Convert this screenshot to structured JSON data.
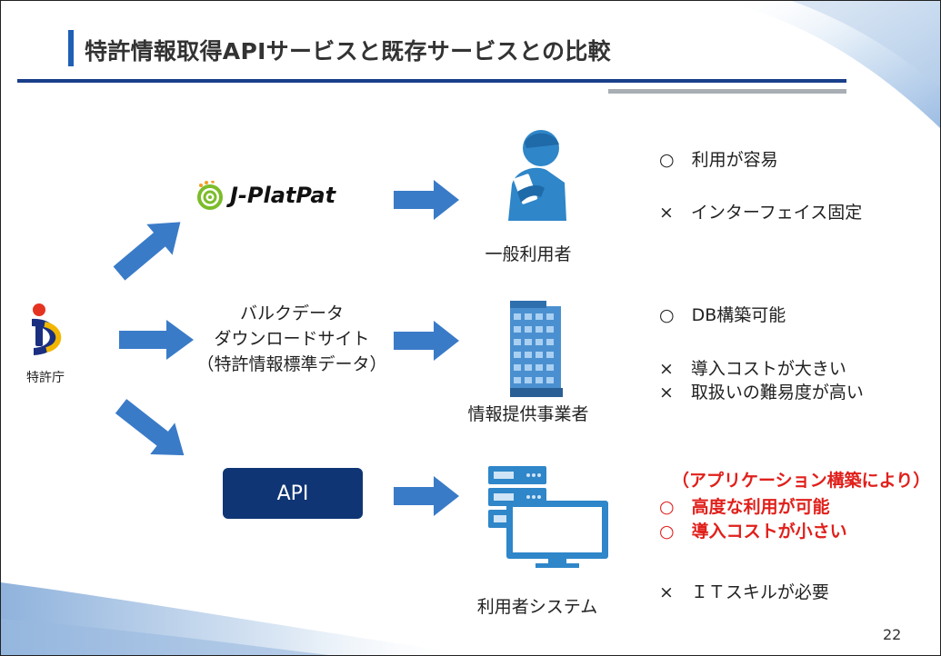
{
  "title": "特許情報取得APIサービスと既存サービスとの比較",
  "source": {
    "logo_caption": "特許庁"
  },
  "services": [
    {
      "name": "J-PlatPat"
    },
    {
      "name_lines": [
        "バルクデータ",
        "ダウンロードサイト",
        "（特許情報標準データ）"
      ]
    },
    {
      "name": "API"
    }
  ],
  "users": [
    {
      "label": "一般利用者"
    },
    {
      "label": "情報提供事業者"
    },
    {
      "label": "利用者システム"
    }
  ],
  "notes": {
    "jplatpat": {
      "pro": "○　利用が容易",
      "con": "×　インターフェイス固定"
    },
    "bulk": {
      "pro": "○　DB構築可能",
      "con1": "×　導入コストが大きい",
      "con2": "×　取扱いの難易度が高い"
    },
    "api": {
      "heading": "（アプリケーション構築により）",
      "pro1": "○　高度な利用が可能",
      "pro2": "○　導入コストが小さい",
      "con": "×　ＩＴスキルが必要"
    }
  },
  "page_number": "22",
  "colors": {
    "accent_blue": "#1f5fb5",
    "arrow_blue": "#3a7bc8",
    "api_navy": "#0f3574",
    "highlight_red": "#e0201b"
  }
}
